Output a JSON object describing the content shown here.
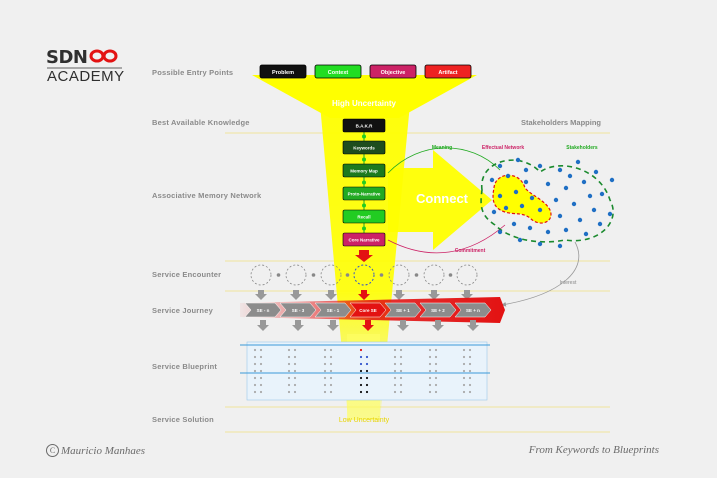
{
  "logo": {
    "top": "SDN",
    "bottom": "ACADEMY"
  },
  "rows": {
    "entry_points": "Possible Entry Points",
    "knowledge": "Best Available Knowledge",
    "memory": "Associative Memory Network",
    "encounter": "Service Encounter",
    "journey": "Service Journey",
    "blueprint": "Service Blueprint",
    "solution": "Service Solution"
  },
  "entry_buttons": [
    {
      "label": "Problem",
      "color": "#111111"
    },
    {
      "label": "Context",
      "color": "#22dd22"
    },
    {
      "label": "Objective",
      "color": "#cc2266"
    },
    {
      "label": "Artifact",
      "color": "#ee2222"
    }
  ],
  "high_uncertainty": "High Uncertainty",
  "low_uncertainty": "Low Uncertainty",
  "funnel_boxes": [
    {
      "label": "B.A.K.R",
      "color": "#111111"
    },
    {
      "label": "Keywords",
      "color": "#1e4d1e"
    },
    {
      "label": "Memory Map",
      "color": "#1e7a1e"
    },
    {
      "label": "Proto-Narrative",
      "color": "#22aa22"
    },
    {
      "label": "Recall",
      "color": "#22cc22"
    },
    {
      "label": "Core Narrative",
      "color": "#cc2266"
    }
  ],
  "network": {
    "stakeholders_mapping": "Stakeholders Mapping",
    "meaning": "Meaning",
    "effectual_network": "Effectual Network",
    "stakeholders": "Stakeholders",
    "connect": "Connect",
    "commitment": "Commitment",
    "interest": "Interest"
  },
  "journey_steps": [
    "SE - n",
    "SE - 3",
    "SE - 1",
    "Core SE",
    "SE + 1",
    "SE + 2",
    "SE + n"
  ],
  "footer": {
    "copyright_mark": "C",
    "author": "Mauricio Manhaes",
    "tagline": "From Keywords to Blueprints"
  },
  "colors": {
    "funnel_yellow": "#ffff00",
    "journey_red": "#e31212",
    "journey_grey": "#8c8c8c",
    "blueprint_blue": "#3a9ad9",
    "dot_blue": "#1f6fc4",
    "dashed_green": "#1b8a2e"
  }
}
